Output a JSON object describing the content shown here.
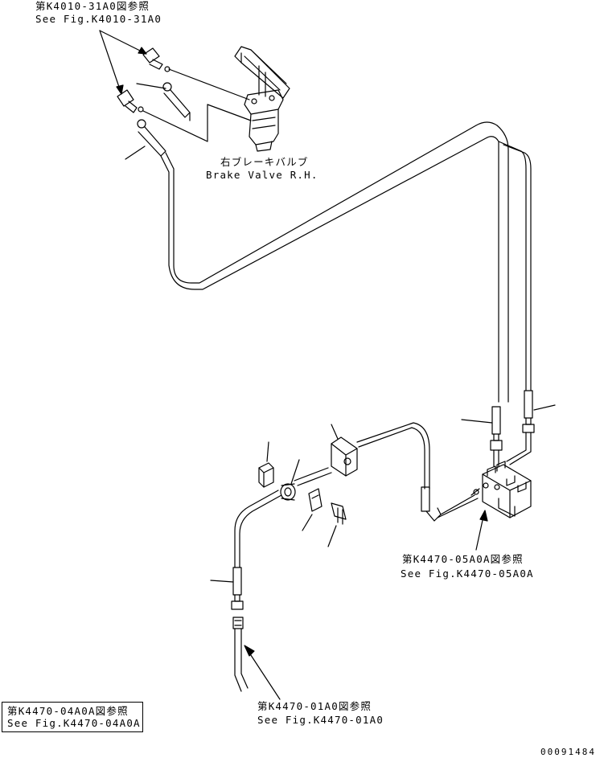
{
  "references": {
    "k4010": {
      "jp": "第K4010-31A0図参照",
      "en": "See Fig.K4010-31A0"
    },
    "k4470_05": {
      "jp": "第K4470-05A0A図参照",
      "en": "See Fig.K4470-05A0A"
    },
    "k4470_01": {
      "jp": "第K4470-01A0図参照",
      "en": "See Fig.K4470-01A0"
    },
    "k4470_04": {
      "jp": "第K4470-04A0A図参照",
      "en": "See Fig.K4470-04A0A"
    }
  },
  "brake_valve": {
    "jp": "右ブレーキバルブ",
    "en": "Brake Valve R.H."
  },
  "drawing_number": "00091484",
  "colors": {
    "line": "#000000",
    "background": "#ffffff"
  }
}
